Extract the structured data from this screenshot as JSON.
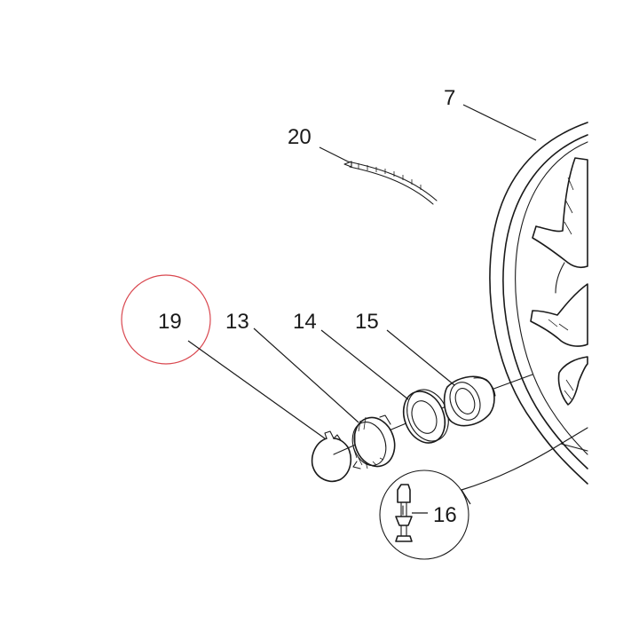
{
  "diagram": {
    "labels": {
      "p7": "7",
      "p20": "20",
      "p19": "19",
      "p13": "13",
      "p14": "14",
      "p15": "15",
      "p16": "16"
    },
    "highlight_color": "#d9474f",
    "ink_color": "#1a1a1a"
  }
}
